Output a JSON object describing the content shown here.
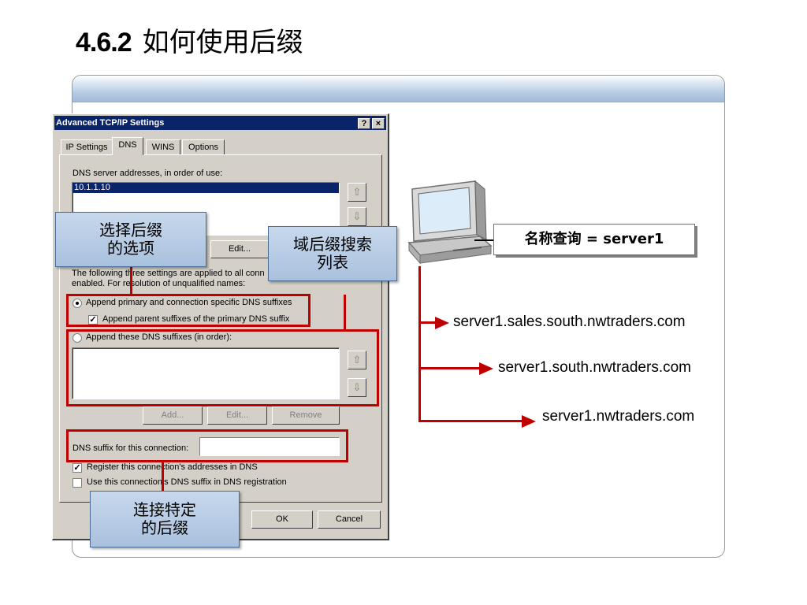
{
  "slide": {
    "number": "4.6.2",
    "title": "如何使用后缀"
  },
  "dialog": {
    "title": "Advanced TCP/IP Settings",
    "help_btn": "?",
    "close_btn": "×",
    "tabs": [
      {
        "label": "IP Settings"
      },
      {
        "label": "DNS"
      },
      {
        "label": "WINS"
      },
      {
        "label": "Options"
      }
    ],
    "dns_servers_label": "DNS server addresses, in order of use:",
    "dns_servers": [
      "10.1.1.10"
    ],
    "edit_btn": "Edit...",
    "info_text_1": "The following three settings are applied to all conn",
    "info_text_2": "enabled. For resolution of unqualified names:",
    "radio_primary": "Append primary and connection specific DNS suffixes",
    "check_parent": "Append parent suffixes of the primary DNS suffix",
    "radio_these": "Append these DNS suffixes (in order):",
    "add_btn": "Add...",
    "edit_btn2": "Edit...",
    "remove_btn": "Remove",
    "suffix_label": "DNS suffix for this connection:",
    "suffix_value": "",
    "check_register": "Register this connection's addresses in DNS",
    "check_use_suffix": "Use this connection's DNS suffix in DNS registration",
    "ok_btn": "OK",
    "cancel_btn": "Cancel"
  },
  "callouts": {
    "select_suffix": "选择后缀\n的选项",
    "domain_suffix": "域后缀搜索\n列表",
    "connection_suffix": "连接特定\n的后缀"
  },
  "diagram": {
    "query": "名称查询 = server1",
    "suffixes": [
      "server1.sales.south.nwtraders.com",
      "server1.south.nwtraders.com",
      "server1.nwtraders.com"
    ]
  },
  "colors": {
    "accent_red": "#c00000",
    "title_bar": "#0a246a",
    "callout_fill": "#b8cde6"
  }
}
